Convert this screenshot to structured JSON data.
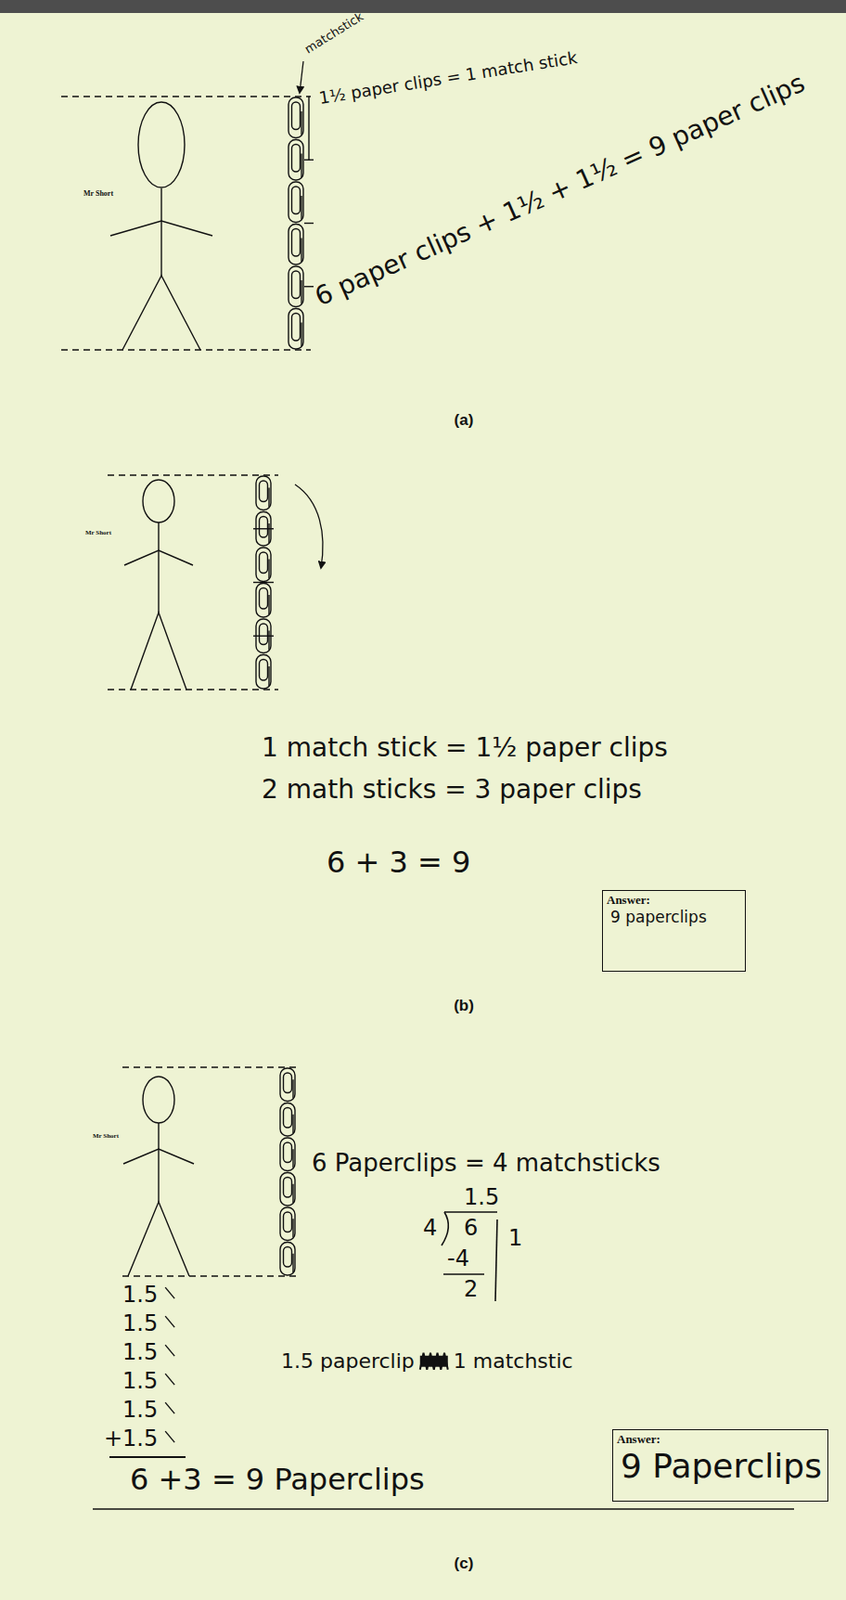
{
  "diagram": {
    "nodes": [
      {
        "text": [
          "Answer:",
          "9 paperclips"
        ]
      },
      {
        "text": [
          "Answer:",
          "9 Paperclips"
        ]
      }
    ],
    "labels": [
      "matchstick",
      "Mr Short",
      "1½ paper clips = 1 match stick",
      "6 paper clips + 1½ + 1½ = 9 paper clips",
      "(a)",
      "Mr Short",
      "1 match stick = 1½ paper clips",
      "2 math sticks = 3 paper clips",
      "6 + 3 = 9",
      "(b)",
      "Mr Short",
      "6 Paperclips = 4 matchsticks",
      "1.5",
      "4",
      "6",
      "-4",
      "2",
      "1",
      "1.5",
      "1.5",
      "1.5",
      "1.5",
      "1.5",
      "1.5",
      "+",
      "1.5 paperclip",
      "1 matchstic",
      "6 +3 = 9 Paperclips",
      "(c)"
    ]
  }
}
